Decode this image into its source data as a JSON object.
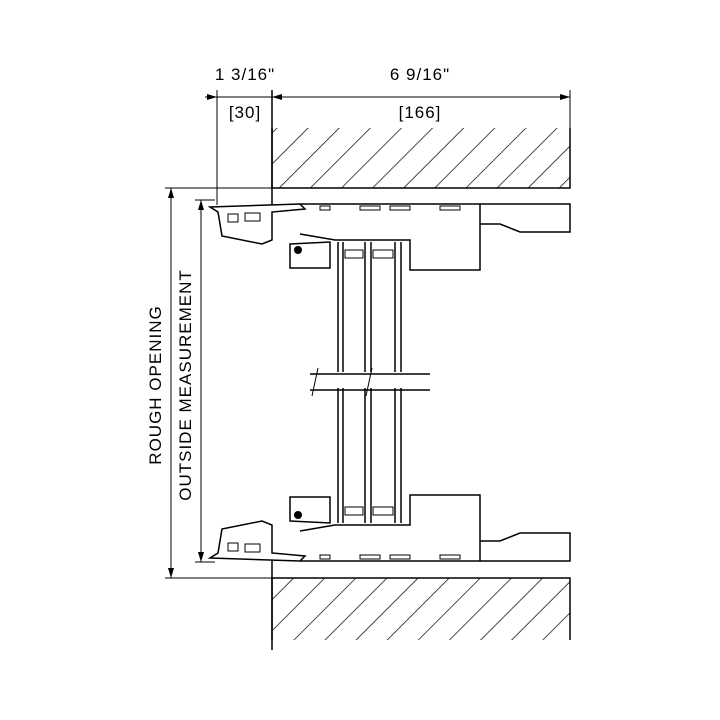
{
  "dimensions": {
    "left_width_imperial": "1 3/16\"",
    "left_width_metric": "[30]",
    "depth_imperial": "6 9/16\"",
    "depth_metric": "[166]",
    "rough_opening_label": "ROUGH OPENING",
    "outside_measurement_label": "OUTSIDE MEASUREMENT"
  }
}
